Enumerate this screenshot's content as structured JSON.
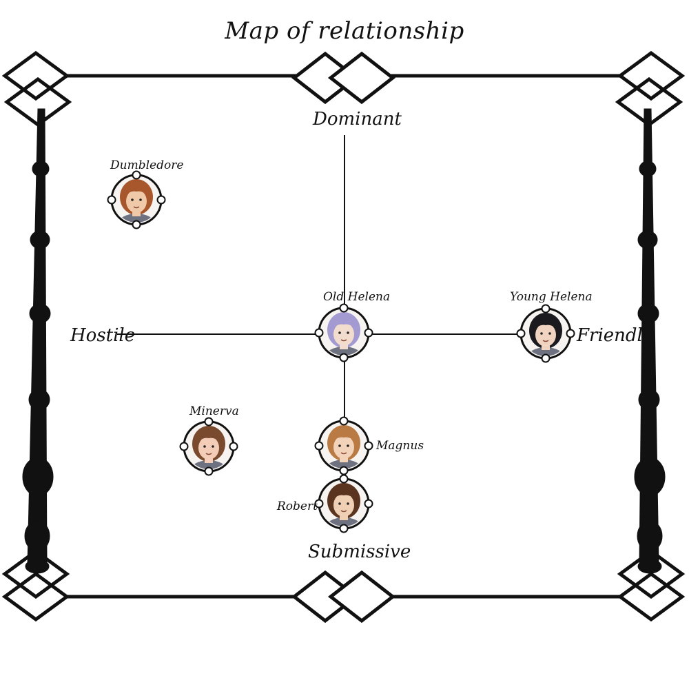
{
  "title": "Map of relationship",
  "axes": {
    "top": "Dominant",
    "bottom": "Submissive",
    "left": "Hostile",
    "right": "Friendly"
  },
  "characters": [
    {
      "name": "Dumbledore",
      "hair": "#a8572c",
      "skin": "#f0c9a8"
    },
    {
      "name": "Old Helena",
      "hair": "#a39ad2",
      "skin": "#f2dccd"
    },
    {
      "name": "Young Helena",
      "hair": "#1b1b1f",
      "skin": "#f1d3c1"
    },
    {
      "name": "Minerva",
      "hair": "#7a4a2e",
      "skin": "#f3cdb8"
    },
    {
      "name": "Magnus",
      "hair": "#b97a44",
      "skin": "#f2d2b8"
    },
    {
      "name": "Robert",
      "hair": "#5b3420",
      "skin": "#f0d0b4"
    }
  ],
  "colors": {
    "ink": "#111111",
    "background": "#ffffff"
  }
}
